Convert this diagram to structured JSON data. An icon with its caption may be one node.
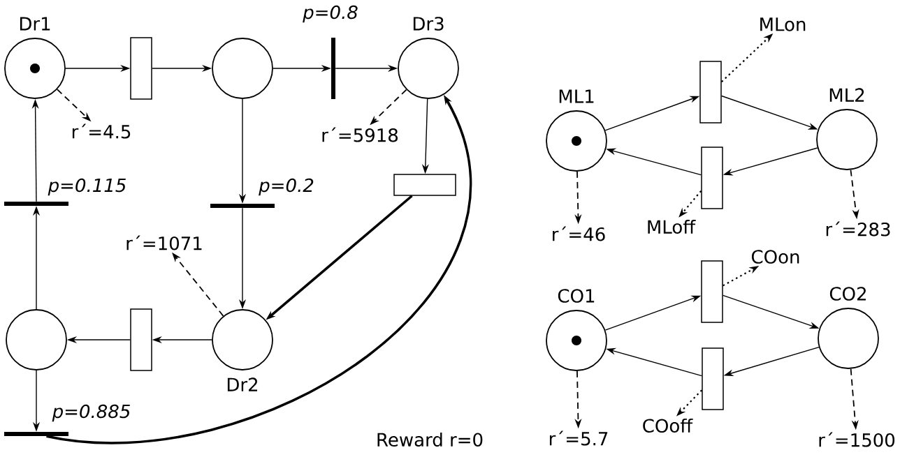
{
  "diagram": {
    "nodes": [
      {
        "text": [
          "Dr1"
        ]
      },
      {
        "text": [],
        "shape": "box"
      },
      {
        "text": [],
        "shape": "circle"
      },
      {
        "text": [],
        "shape": "bar",
        "beside": [
          "p=0.8"
        ]
      },
      {
        "text": [
          "Dr3"
        ]
      },
      {
        "text": [],
        "shape": "box"
      },
      {
        "text": [],
        "shape": "bar",
        "beside": [
          "p=0.2"
        ]
      },
      {
        "text": [],
        "shape": "bar",
        "beside": [
          "p=0.115"
        ]
      },
      {
        "text": [
          "Dr2"
        ]
      },
      {
        "text": [],
        "shape": "box"
      },
      {
        "text": [],
        "shape": "circle"
      },
      {
        "text": [],
        "shape": "bar",
        "beside": [
          "p=0.885"
        ]
      },
      {
        "text": [
          "ML1"
        ]
      },
      {
        "text": [],
        "shape": "box"
      },
      {
        "text": [
          "ML2"
        ]
      },
      {
        "text": [],
        "shape": "box"
      },
      {
        "text": [
          "CO1"
        ]
      },
      {
        "text": [],
        "shape": "box"
      },
      {
        "text": [
          "CO2"
        ]
      },
      {
        "text": [],
        "shape": "box"
      },
      {
        "text": [
          "r´=4.5"
        ]
      },
      {
        "text": [
          "r´=5918"
        ]
      },
      {
        "text": [
          "r´=1071"
        ]
      },
      {
        "text": [
          "MLon"
        ]
      },
      {
        "text": [
          "MLoff"
        ]
      },
      {
        "text": [
          "r´=46"
        ]
      },
      {
        "text": [
          "r´=283"
        ]
      },
      {
        "text": [
          "COon"
        ]
      },
      {
        "text": [
          "COoff"
        ]
      },
      {
        "text": [
          "r´=5.7"
        ]
      },
      {
        "text": [
          "r´=1500"
        ]
      }
    ],
    "edges": [
      {
        "from": 0,
        "to": 1,
        "arrow": "to"
      },
      {
        "from": 1,
        "to": 2,
        "arrow": "to"
      },
      {
        "from": 2,
        "to": 3,
        "arrow": "to"
      },
      {
        "from": 3,
        "to": 4,
        "arrow": "to"
      },
      {
        "from": 4,
        "to": 5,
        "arrow": "to"
      },
      {
        "from": 5,
        "to": 8,
        "arrow": "to",
        "style": "thick"
      },
      {
        "from": 2,
        "to": 6,
        "arrow": "to"
      },
      {
        "from": 6,
        "to": 8,
        "arrow": "to"
      },
      {
        "from": 8,
        "to": 9,
        "arrow": "to"
      },
      {
        "from": 9,
        "to": 10,
        "arrow": "to"
      },
      {
        "from": 10,
        "to": 11,
        "arrow": "to"
      },
      {
        "from": 10,
        "to": 7,
        "arrow": "to"
      },
      {
        "from": 7,
        "to": 0,
        "arrow": "to"
      },
      {
        "from": 11,
        "to": 4,
        "arrow": "to",
        "style": "thick"
      },
      {
        "from": 0,
        "to": 20,
        "arrow": "to",
        "style": "dashed"
      },
      {
        "from": 4,
        "to": 21,
        "arrow": "to",
        "style": "dashed"
      },
      {
        "from": 8,
        "to": 22,
        "arrow": "to",
        "style": "dashed"
      },
      {
        "from": 12,
        "to": 13,
        "arrow": "to"
      },
      {
        "from": 13,
        "to": 14,
        "arrow": "to"
      },
      {
        "from": 14,
        "to": 15,
        "arrow": "to"
      },
      {
        "from": 15,
        "to": 12,
        "arrow": "to"
      },
      {
        "from": 13,
        "to": 23,
        "arrow": "to",
        "style": "dashed"
      },
      {
        "from": 15,
        "to": 24,
        "arrow": "to",
        "style": "dashed"
      },
      {
        "from": 12,
        "to": 25,
        "arrow": "to",
        "style": "dashed"
      },
      {
        "from": 14,
        "to": 26,
        "arrow": "to",
        "style": "dashed"
      },
      {
        "from": 16,
        "to": 17,
        "arrow": "to"
      },
      {
        "from": 17,
        "to": 18,
        "arrow": "to"
      },
      {
        "from": 18,
        "to": 19,
        "arrow": "to"
      },
      {
        "from": 19,
        "to": 16,
        "arrow": "to"
      },
      {
        "from": 17,
        "to": 27,
        "arrow": "to",
        "style": "dashed"
      },
      {
        "from": 19,
        "to": 28,
        "arrow": "to",
        "style": "dashed"
      },
      {
        "from": 16,
        "to": 29,
        "arrow": "to",
        "style": "dashed"
      },
      {
        "from": 18,
        "to": 30,
        "arrow": "to",
        "style": "dashed"
      }
    ],
    "labels": [
      "Reward r=0"
    ]
  }
}
